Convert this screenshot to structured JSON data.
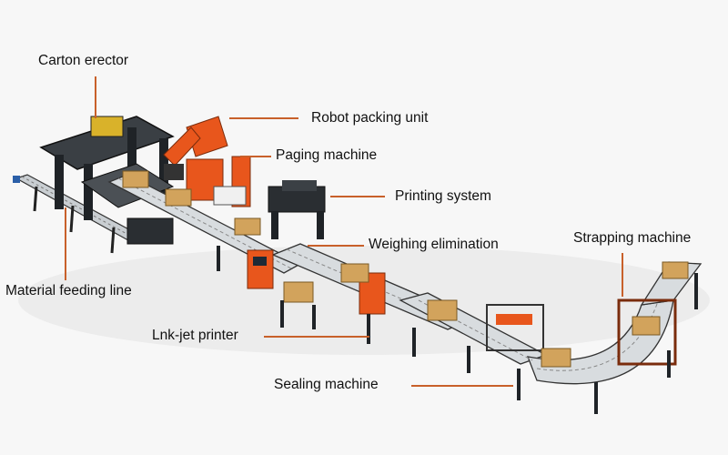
{
  "diagram": {
    "accent_color": "#c8602a",
    "robot_color": "#e8561c",
    "machine_color": "#1f2327",
    "conveyor_color": "#cfd3d6",
    "carton_color": "#d2a35c",
    "labels": {
      "carton_erector": "Carton erector",
      "robot_packing_unit": "Robot packing unit",
      "paging_machine": "Paging machine",
      "printing_system": "Printing system",
      "weighing_elimination": "Weighing elimination",
      "strapping_machine": "Strapping machine",
      "material_feeding_line": "Material feeding line",
      "ink_jet_printer": "Lnk-jet printer",
      "sealing_machine": "Sealing machine"
    }
  }
}
